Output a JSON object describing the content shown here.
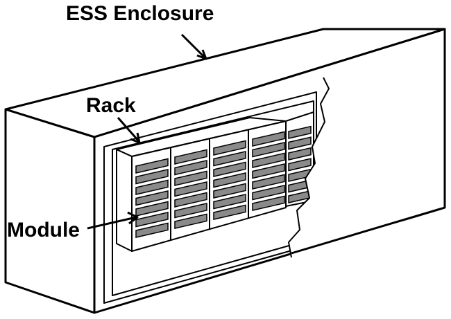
{
  "labels": {
    "enclosure": "ESS Enclosure",
    "rack": "Rack",
    "module": "Module"
  },
  "colors": {
    "line": "#000000",
    "fill": "#ffffff",
    "slot": "#8a8a8a"
  }
}
